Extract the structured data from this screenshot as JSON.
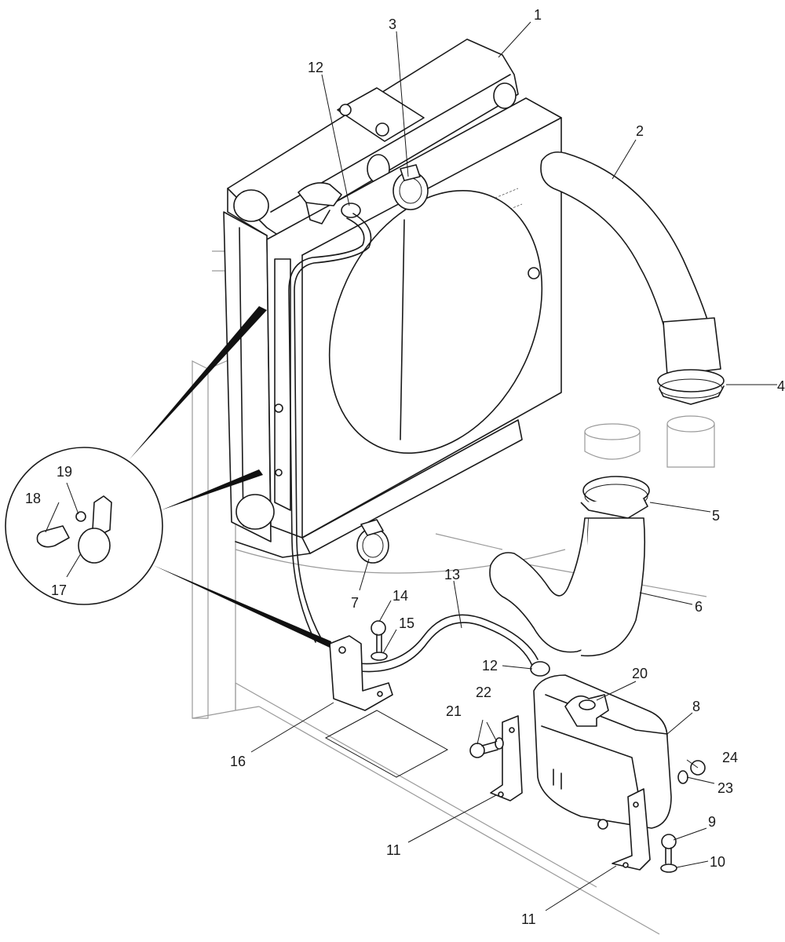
{
  "callouts": [
    {
      "id": "c1",
      "text": "1"
    },
    {
      "id": "c2",
      "text": "2"
    },
    {
      "id": "c3",
      "text": "3"
    },
    {
      "id": "c4",
      "text": "4"
    },
    {
      "id": "c5",
      "text": "5"
    },
    {
      "id": "c6",
      "text": "6"
    },
    {
      "id": "c7",
      "text": "7"
    },
    {
      "id": "c8",
      "text": "8"
    },
    {
      "id": "c9",
      "text": "9"
    },
    {
      "id": "c10",
      "text": "10"
    },
    {
      "id": "c11a",
      "text": "11"
    },
    {
      "id": "c11b",
      "text": "11"
    },
    {
      "id": "c12a",
      "text": "12"
    },
    {
      "id": "c12b",
      "text": "12"
    },
    {
      "id": "c13",
      "text": "13"
    },
    {
      "id": "c14",
      "text": "14"
    },
    {
      "id": "c15",
      "text": "15"
    },
    {
      "id": "c16",
      "text": "16"
    },
    {
      "id": "c17",
      "text": "17"
    },
    {
      "id": "c18",
      "text": "18"
    },
    {
      "id": "c19",
      "text": "19"
    },
    {
      "id": "c20",
      "text": "20"
    },
    {
      "id": "c21",
      "text": "21"
    },
    {
      "id": "c22",
      "text": "22"
    },
    {
      "id": "c23",
      "text": "23"
    },
    {
      "id": "c24",
      "text": "24"
    }
  ]
}
